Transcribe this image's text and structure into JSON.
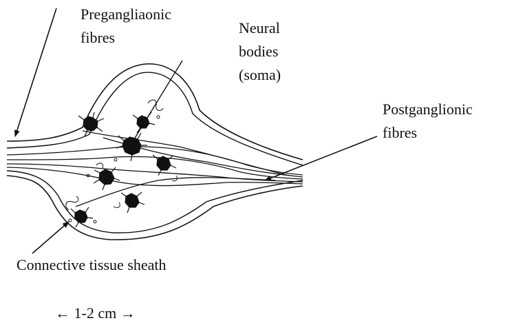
{
  "figure": {
    "labels": {
      "preganglionic_line1": "Pregangliaonic",
      "preganglionic_line2": "fibres",
      "neural_line1": "Neural",
      "neural_line2": "bodies",
      "neural_line3": "(soma)",
      "postganglionic_line1": "Postganglionic",
      "postganglionic_line2": "fibres",
      "sheath": "Connective tissue sheath",
      "scale": "← 1-2 cm →"
    },
    "colors": {
      "ink": "#111111",
      "background": "#ffffff"
    }
  }
}
